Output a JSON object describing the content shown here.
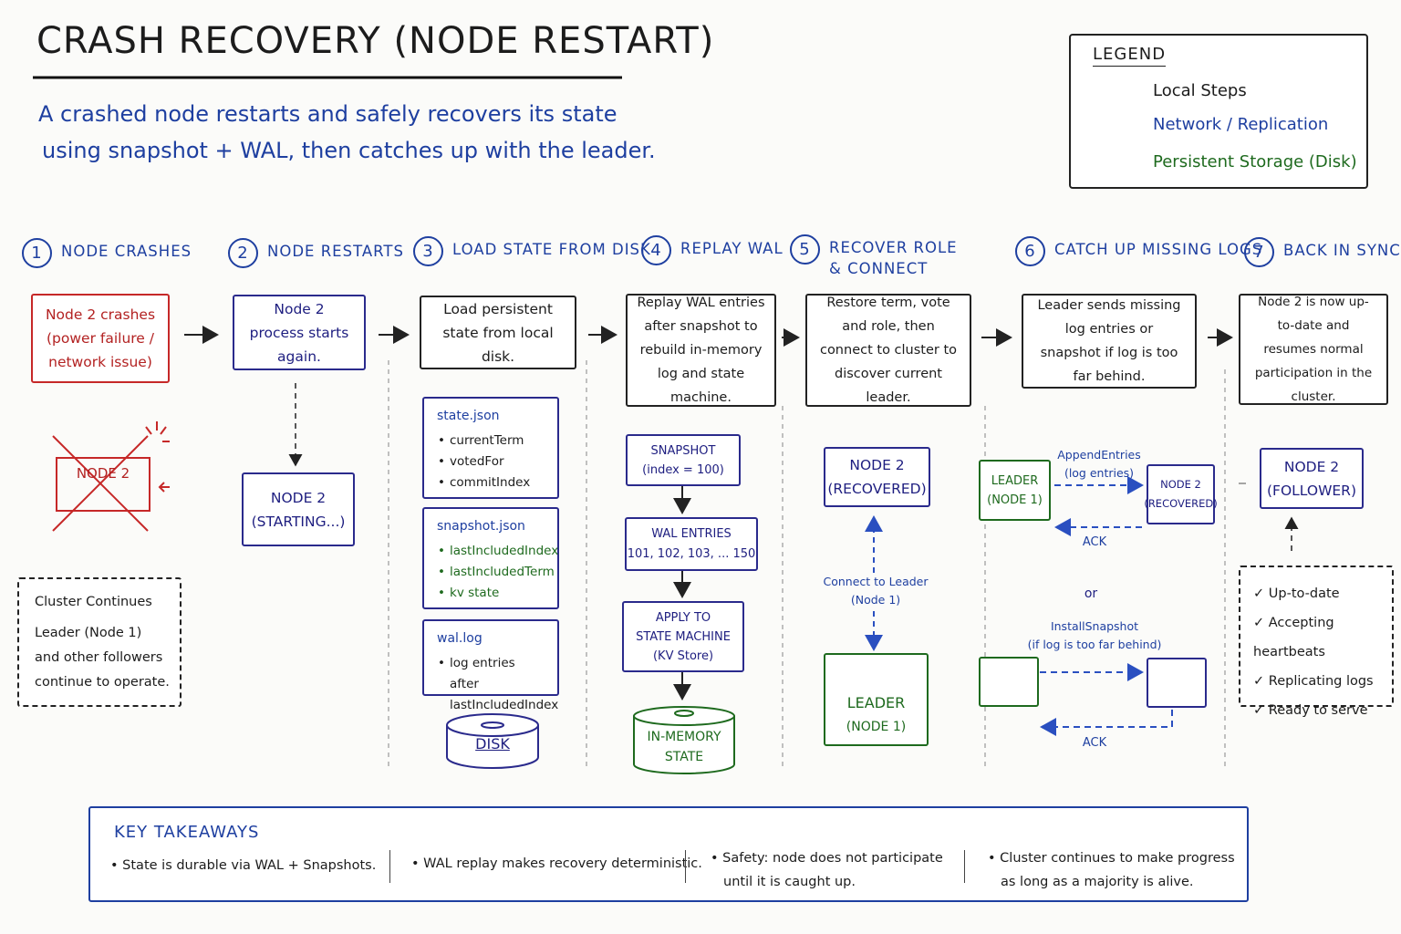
{
  "title": "CRASH RECOVERY (NODE RESTART)",
  "subtitle_line1": "A crashed node restarts and safely recovers its state",
  "subtitle_line2": "using snapshot + WAL, then catches up with the leader.",
  "legend": {
    "heading": "LEGEND",
    "local_steps": "Local Steps",
    "network": "Network / Replication",
    "storage": "Persistent Storage (Disk)"
  },
  "steps": [
    {
      "num": "1",
      "title": "NODE CRASHES",
      "box": "Node 2 crashes (power failure / network issue)"
    },
    {
      "num": "2",
      "title": "NODE RESTARTS",
      "box": "Node 2 process starts again."
    },
    {
      "num": "3",
      "title": "LOAD STATE FROM DISK",
      "box": "Load persistent state from local disk."
    },
    {
      "num": "4",
      "title": "REPLAY WAL",
      "box": "Replay WAL entries after snapshot to rebuild in-memory log and state machine."
    },
    {
      "num": "5",
      "title": "RECOVER ROLE & CONNECT",
      "box": "Restore term, vote and role, then connect to cluster to discover current leader."
    },
    {
      "num": "6",
      "title": "CATCH UP MISSING LOGS",
      "box": "Leader sends missing log entries or snapshot if log is too far behind."
    },
    {
      "num": "7",
      "title": "BACK IN SYNC",
      "box": "Node 2 is now up-to-date and resumes normal participation in the cluster."
    }
  ],
  "step1": {
    "crashed_node": "NODE 2",
    "cluster_note": {
      "line1": "Cluster Continues",
      "line2": "Leader (Node 1)",
      "line3": "and other followers",
      "line4": "continue to operate."
    }
  },
  "step2": {
    "node_line1": "NODE 2",
    "node_line2": "(STARTING...)"
  },
  "step3": {
    "state_file": {
      "name": "state.json",
      "items": [
        "currentTerm",
        "votedFor",
        "commitIndex"
      ]
    },
    "snapshot_file": {
      "name": "snapshot.json",
      "items": [
        "lastIncludedIndex",
        "lastIncludedTerm",
        "kv state"
      ]
    },
    "wal_file": {
      "name": "wal.log",
      "item1": "log entries after",
      "item2": "lastIncludedIndex"
    },
    "disk": "DISK"
  },
  "step4": {
    "snapshot": {
      "line1": "SNAPSHOT",
      "line2": "(index = 100)"
    },
    "wal": {
      "line1": "WAL ENTRIES",
      "line2": "101, 102, 103, ... 150"
    },
    "apply": {
      "line1": "APPLY TO",
      "line2": "STATE MACHINE",
      "line3": "(KV Store)"
    },
    "memory": {
      "line1": "IN-MEMORY",
      "line2": "STATE"
    }
  },
  "step5": {
    "node": {
      "line1": "NODE 2",
      "line2": "(RECOVERED)"
    },
    "connect_label": {
      "line1": "Connect to Leader",
      "line2": "(Node 1)"
    },
    "leader": {
      "line1": "LEADER",
      "line2": "(NODE 1)"
    }
  },
  "step6": {
    "leader": {
      "line1": "LEADER",
      "line2": "(NODE 1)"
    },
    "node": {
      "line1": "NODE 2",
      "line2": "(RECOVERED)"
    },
    "append_label": {
      "line1": "AppendEntries",
      "line2": "(log entries)"
    },
    "ack1": "ACK",
    "or": "or",
    "install_label": {
      "line1": "InstallSnapshot",
      "line2": "(if log is too far behind)"
    },
    "ack2": "ACK"
  },
  "step7": {
    "node": {
      "line1": "NODE 2",
      "line2": "(FOLLOWER)"
    },
    "checks": [
      "Up-to-date",
      "Accepting heartbeats",
      "Replicating logs",
      "Ready to serve"
    ]
  },
  "takeaways": {
    "heading": "KEY TAKEAWAYS",
    "item1": "State is durable via WAL + Snapshots.",
    "item2": "WAL replay makes recovery deterministic.",
    "item3_line1": "Safety: node does not participate",
    "item3_line2": "until it is caught up.",
    "item4_line1": "Cluster continues to make progress",
    "item4_line2": "as long as a majority is alive."
  },
  "colors": {
    "blue": "#1e3fa0",
    "green": "#1e6a1e",
    "red": "#c62828",
    "black": "#222222"
  },
  "icons": [
    "arrow-right-icon",
    "dashed-arrow-icon",
    "database-icon",
    "crown-icon",
    "check-icon"
  ]
}
